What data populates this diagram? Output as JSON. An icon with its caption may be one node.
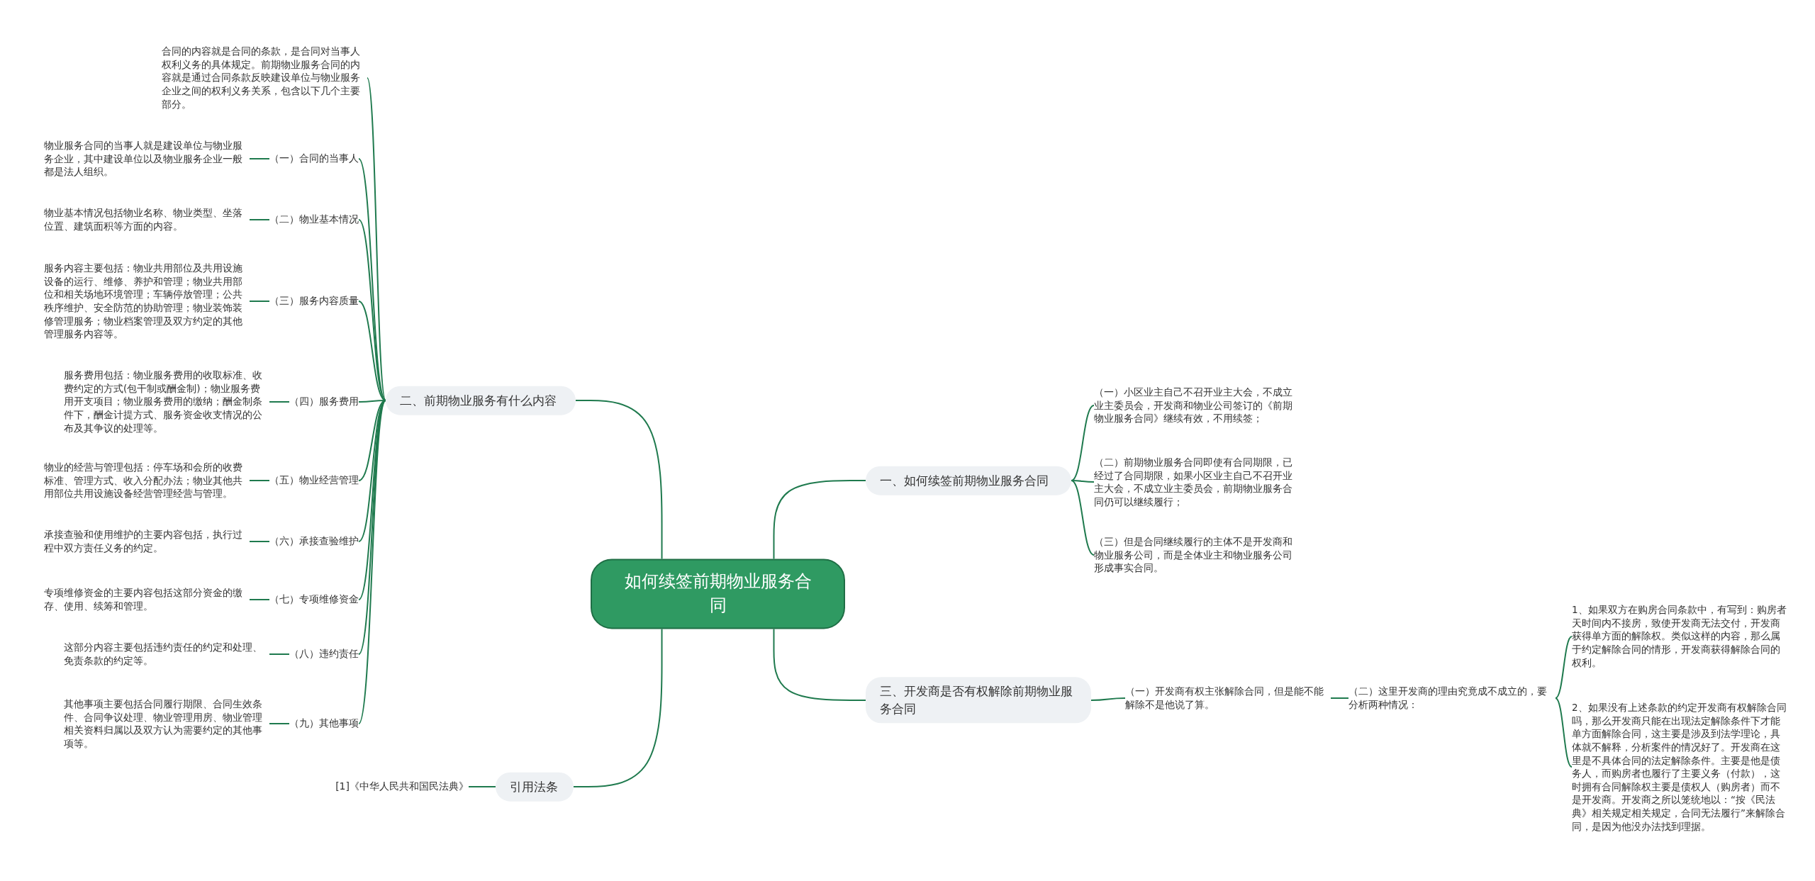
{
  "diagram": {
    "nodes": [
      {
        "text": [
          "如何续签前期物业服务合同"
        ]
      },
      {
        "text": [
          "一、如何续签前期物业服务合同"
        ]
      },
      {
        "text": [
          "（一）小区业主自己不召开业主大会，不成立业主委员会，开发商和物业公司签订的《前期物业服务合同》继续有效，不用续签；"
        ]
      },
      {
        "text": [
          "（二）前期物业服务合同即使有合同期限，已经过了合同期限，如果小区业主自己不召开业主大会，不成立业主委员会，前期物业服务合同仍可以继续履行；"
        ]
      },
      {
        "text": [
          "（三）但是合同继续履行的主体不是开发商和物业服务公司，而是全体业主和物业服务公司形成事实合同。"
        ]
      },
      {
        "text": [
          "二、前期物业服务有什么内容"
        ]
      },
      {
        "text": [
          "合同的内容就是合同的条款，是合同对当事人权利义务的具体规定。前期物业服务合同的内容就是通过合同条款反映建设单位与物业服务企业之间的权利义务关系，包含以下几个主要部分。"
        ]
      },
      {
        "text": [
          "（一）合同的当事人"
        ]
      },
      {
        "text": [
          "物业服务合同的当事人就是建设单位与物业服务企业，其中建设单位以及物业服务企业一般都是法人组织。"
        ]
      },
      {
        "text": [
          "（二）物业基本情况"
        ]
      },
      {
        "text": [
          "物业基本情况包括物业名称、物业类型、坐落位置、建筑面积等方面的内容。"
        ]
      },
      {
        "text": [
          "（三）服务内容质量"
        ]
      },
      {
        "text": [
          "服务内容主要包括：物业共用部位及共用设施设备的运行、维修、养护和管理；物业共用部位和相关场地环境管理；车辆停放管理；公共秩序维护、安全防范的协助管理；物业装饰装修管理服务；物业档案管理及双方约定的其他管理服务内容等。"
        ]
      },
      {
        "text": [
          "（四）服务费用"
        ]
      },
      {
        "text": [
          "服务费用包括：物业服务费用的收取标准、收费约定的方式(包干制或酬金制)；物业服务费用开支项目；物业服务费用的缴纳；酬金制条件下，酬金计提方式、服务资金收支情况的公布及其争议的处理等。"
        ]
      },
      {
        "text": [
          "（五）物业经营管理"
        ]
      },
      {
        "text": [
          "物业的经营与管理包括：停车场和会所的收费标准、管理方式、收入分配办法；物业其他共用部位共用设施设备经营管理经营与管理。"
        ]
      },
      {
        "text": [
          "（六）承接查验维护"
        ]
      },
      {
        "text": [
          "承接查验和使用维护的主要内容包括，执行过程中双方责任义务的约定。"
        ]
      },
      {
        "text": [
          "（七）专项维修资金"
        ]
      },
      {
        "text": [
          "专项维修资金的主要内容包括这部分资金的缴存、使用、续筹和管理。"
        ]
      },
      {
        "text": [
          "（八）违约责任"
        ]
      },
      {
        "text": [
          "这部分内容主要包括违约责任的约定和处理、免责条款的约定等。"
        ]
      },
      {
        "text": [
          "（九）其他事项"
        ]
      },
      {
        "text": [
          "其他事项主要包括合同履行期限、合同生效条件、合同争议处理、物业管理用房、物业管理相关资料归属以及双方认为需要约定的其他事项等。"
        ]
      },
      {
        "text": [
          "三、开发商是否有权解除前期物业服务合同"
        ]
      },
      {
        "text": [
          "（一）开发商有权主张解除合同，但是能不能解除不是他说了算。"
        ]
      },
      {
        "text": [
          "（二）这里开发商的理由究竟成不成立的，要分析两种情况："
        ]
      },
      {
        "text": [
          "1、如果双方在购房合同条款中，有写到：购房者天时间内不接房，致使开发商无法交付，开发商获得单方面的解除权。类似这样的内容，那么属于约定解除合同的情形，开发商获得解除合同的权利。"
        ]
      },
      {
        "text": [
          "2、如果没有上述条款的约定开发商有权解除合同吗，那么开发商只能在出现法定解除条件下才能单方面解除合同，这主要是涉及到法学理论，具体就不解释，分析案件的情况好了。开发商在这里是不具体合同的法定解除条件。主要是他是债务人，而购房者也履行了主要义务（付款），这时拥有合同解除权主要是债权人（购房者）而不是开发商。开发商之所以笼统地以：“按《民法典》相关规定相关规定，合同无法履行”来解除合同，是因为他没办法找到理据。"
        ]
      },
      {
        "text": [
          "引用法条"
        ]
      },
      {
        "text": [
          "[1]《中华人民共和国民法典》"
        ]
      }
    ],
    "edges": [
      {
        "from": 0,
        "to": 1,
        "arrow": "none"
      },
      {
        "from": 0,
        "to": 5,
        "arrow": "none"
      },
      {
        "from": 0,
        "to": 25,
        "arrow": "none"
      },
      {
        "from": 0,
        "to": 30,
        "arrow": "none"
      },
      {
        "from": 1,
        "to": 2,
        "arrow": "none"
      },
      {
        "from": 1,
        "to": 3,
        "arrow": "none"
      },
      {
        "from": 1,
        "to": 4,
        "arrow": "none"
      },
      {
        "from": 5,
        "to": 6,
        "arrow": "none"
      },
      {
        "from": 5,
        "to": 7,
        "arrow": "none"
      },
      {
        "from": 5,
        "to": 9,
        "arrow": "none"
      },
      {
        "from": 5,
        "to": 11,
        "arrow": "none"
      },
      {
        "from": 5,
        "to": 13,
        "arrow": "none"
      },
      {
        "from": 5,
        "to": 15,
        "arrow": "none"
      },
      {
        "from": 5,
        "to": 17,
        "arrow": "none"
      },
      {
        "from": 5,
        "to": 19,
        "arrow": "none"
      },
      {
        "from": 5,
        "to": 21,
        "arrow": "none"
      },
      {
        "from": 5,
        "to": 23,
        "arrow": "none"
      },
      {
        "from": 7,
        "to": 8,
        "arrow": "none"
      },
      {
        "from": 9,
        "to": 10,
        "arrow": "none"
      },
      {
        "from": 11,
        "to": 12,
        "arrow": "none"
      },
      {
        "from": 13,
        "to": 14,
        "arrow": "none"
      },
      {
        "from": 15,
        "to": 16,
        "arrow": "none"
      },
      {
        "from": 17,
        "to": 18,
        "arrow": "none"
      },
      {
        "from": 19,
        "to": 20,
        "arrow": "none"
      },
      {
        "from": 21,
        "to": 22,
        "arrow": "none"
      },
      {
        "from": 23,
        "to": 24,
        "arrow": "none"
      },
      {
        "from": 25,
        "to": 26,
        "arrow": "none"
      },
      {
        "from": 26,
        "to": 27,
        "arrow": "none"
      },
      {
        "from": 27,
        "to": 28,
        "arrow": "none"
      },
      {
        "from": 27,
        "to": 29,
        "arrow": "none"
      },
      {
        "from": 30,
        "to": 31,
        "arrow": "none"
      }
    ]
  }
}
